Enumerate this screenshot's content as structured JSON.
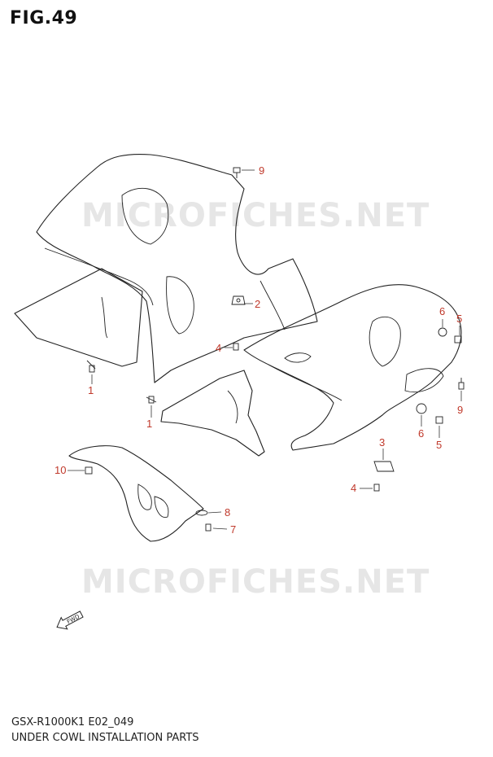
{
  "figure": {
    "title": "FIG.49"
  },
  "watermark": {
    "text": "MICROFICHES.NET"
  },
  "callouts": [
    {
      "id": "c9a",
      "label": "9"
    },
    {
      "id": "c2",
      "label": "2"
    },
    {
      "id": "c4a",
      "label": "4"
    },
    {
      "id": "c1a",
      "label": "1"
    },
    {
      "id": "c1b",
      "label": "1"
    },
    {
      "id": "c6a",
      "label": "6"
    },
    {
      "id": "c5a",
      "label": "5"
    },
    {
      "id": "c9b",
      "label": "9"
    },
    {
      "id": "c6b",
      "label": "6"
    },
    {
      "id": "c5b",
      "label": "5"
    },
    {
      "id": "c3",
      "label": "3"
    },
    {
      "id": "c4b",
      "label": "4"
    },
    {
      "id": "c10",
      "label": "10"
    },
    {
      "id": "c8",
      "label": "8"
    },
    {
      "id": "c7",
      "label": "7"
    }
  ],
  "fwd_label": "FWD",
  "footer": {
    "model_code": "GSX-R1000K1 E02_049",
    "caption": "UNDER COWL INSTALLATION PARTS"
  }
}
